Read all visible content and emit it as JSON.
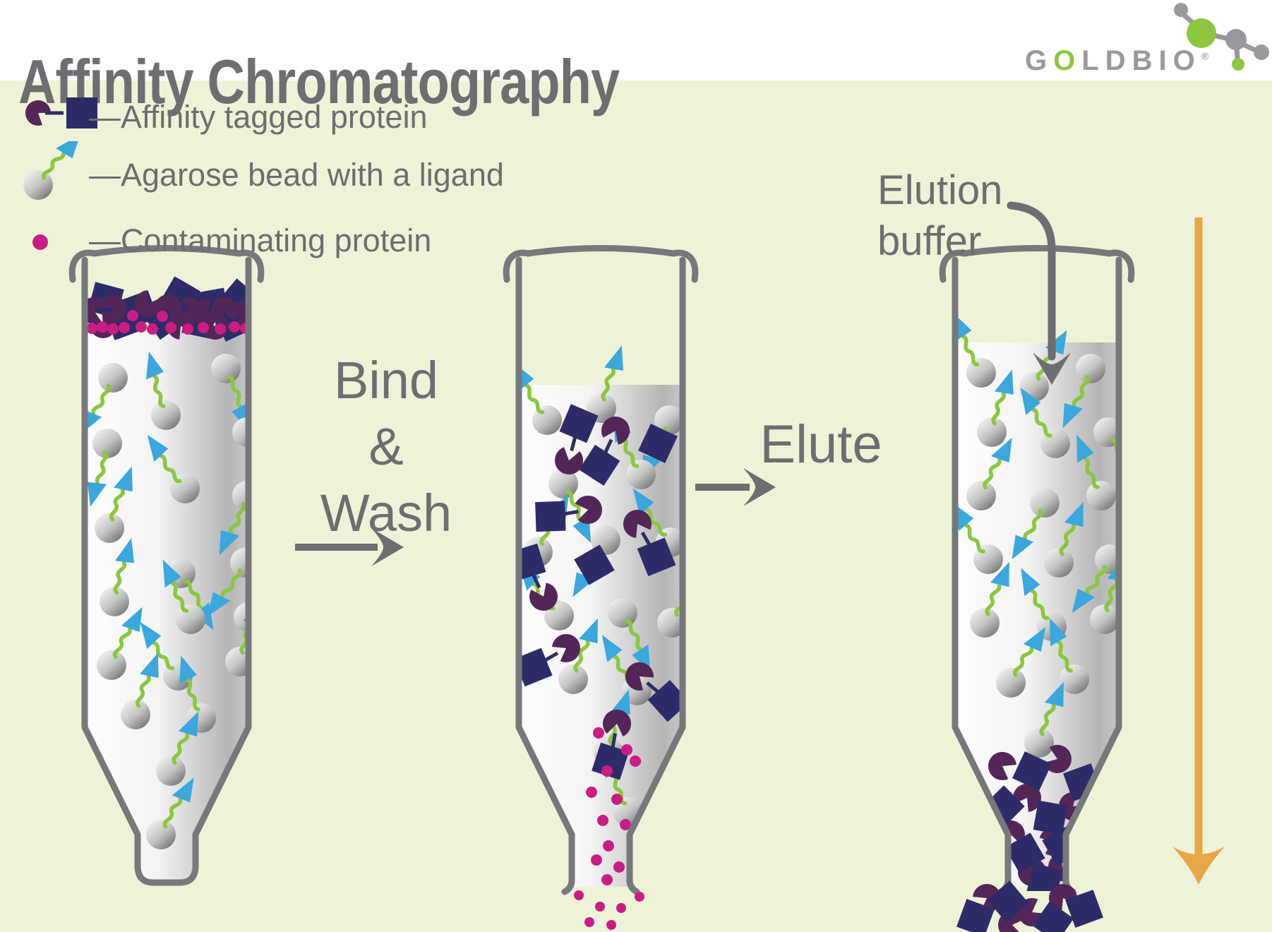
{
  "title": "Affinity Chromatography",
  "logo": {
    "letters": [
      "G",
      "O",
      "L",
      "D",
      "B",
      "I",
      "O"
    ],
    "registered": "®",
    "green_letter_index": 1
  },
  "legend": [
    {
      "label": "—Affinity tagged protein",
      "icon": "affinity-tagged-protein-icon"
    },
    {
      "label": "—Agarose bead with a ligand",
      "icon": "agarose-bead-ligand-icon"
    },
    {
      "label": "—Contaminating protein",
      "icon": "contaminating-protein-icon"
    }
  ],
  "steps": {
    "bind_wash_lines": [
      "Bind",
      "&",
      "Wash"
    ],
    "elute": "Elute"
  },
  "annotations": {
    "elution_buffer_lines": [
      "Elution",
      "buffer"
    ]
  },
  "colors": {
    "background": "#eef2d8",
    "header_background": "#ffffff",
    "text_gray": "#6d6e71",
    "column_outline": "#77787b",
    "liquid_light": "#ffffff",
    "liquid_dark": "#b5b5b5",
    "bead_light": "#fcfcfc",
    "bead_dark": "#6e6e6e",
    "tag_purple": "#522758",
    "tag_navy": "#2e2c68",
    "contaminant_magenta": "#c91d82",
    "ligand_green": "#8cc63f",
    "arrow_blue": "#3ba7dd",
    "elution_orange": "#e6a746",
    "logo_gray": "#97999c",
    "logo_green": "#8dc63f"
  }
}
